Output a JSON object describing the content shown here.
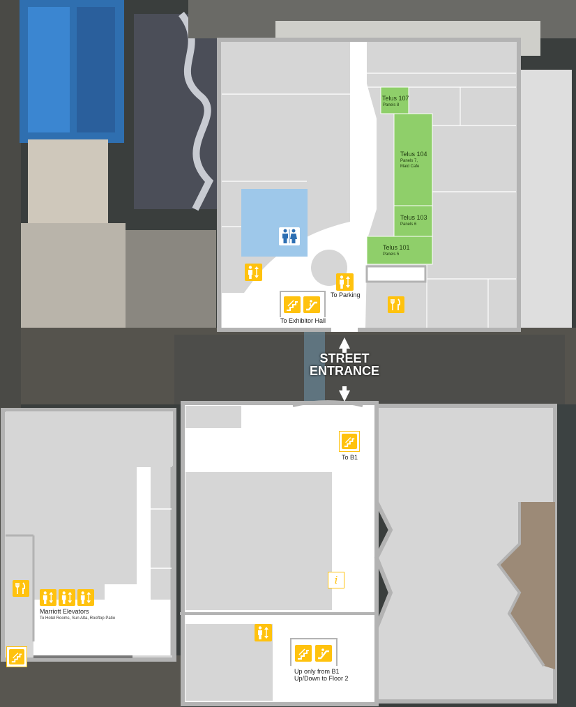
{
  "street_entrance": {
    "line1": "STREET",
    "line2": "ENTRANCE"
  },
  "rooms": [
    {
      "name": "Telus 107",
      "sub": "Panels 8"
    },
    {
      "name": "Telus 104",
      "sub": "Panels 7,",
      "sub2": "Maid Cafe"
    },
    {
      "name": "Telus 103",
      "sub": "Panels 6"
    },
    {
      "name": "Telus 101",
      "sub": "Panels 5"
    }
  ],
  "labels": {
    "to_parking": "To Parking",
    "to_exhibitor_hall": "To Exhibitor Hall",
    "to_b1": "To B1",
    "marriott_title": "Marriott Elevators",
    "marriott_sub": "To Hotel Rooms, Sun Alta, Rooftop Patio",
    "up_only": "Up only from B1",
    "up_down": "Up/Down to Floor 2"
  },
  "icons": [
    "elevator-icon",
    "restroom-icon",
    "stairs-icon",
    "escalator-icon",
    "food-icon",
    "info-icon",
    "arrow-up-icon",
    "arrow-down-icon"
  ],
  "colors": {
    "panel_room": "#8fcf6a",
    "restroom_area": "#9ec8ea",
    "icon_yellow": "#ffc20e",
    "floor_gray": "#d6d6d6",
    "corridor_white": "#ffffff"
  }
}
